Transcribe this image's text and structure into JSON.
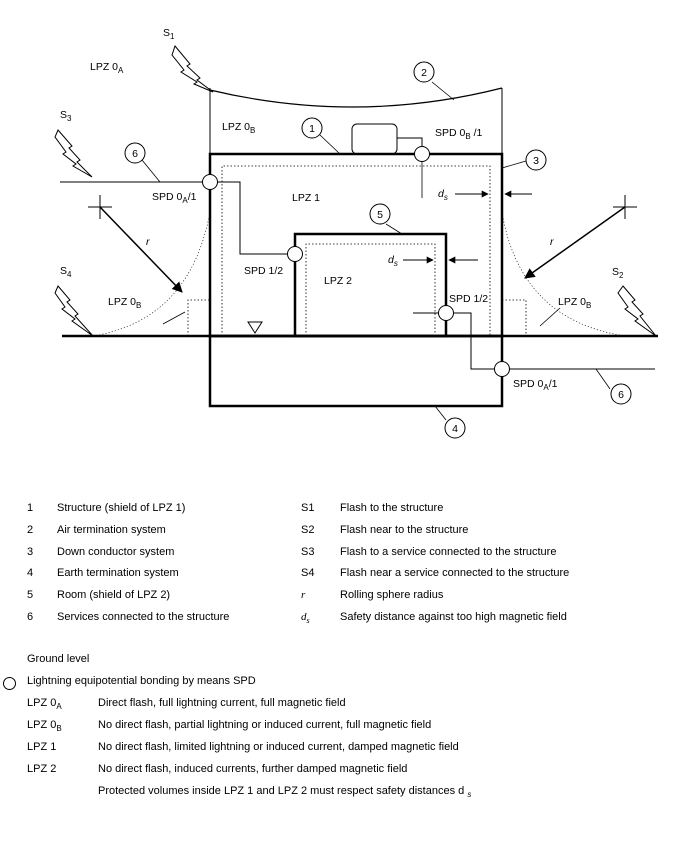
{
  "diagram": {
    "zones": {
      "lpz_0a": "LPZ 0",
      "lpz_0a_sub": "A",
      "lpz_0b": "LPZ 0",
      "lpz_0b_sub": "B",
      "lpz_1": "LPZ 1",
      "lpz_2": "LPZ 2"
    },
    "spd": {
      "spd_0a1": "SPD 0",
      "spd_0a1_sub": "A",
      "spd_0a1_tail": "/1",
      "spd_0b1": "SPD 0",
      "spd_0b1_sub": "B",
      "spd_0b1_tail": " /1",
      "spd_12": "SPD 1/2"
    },
    "sources": {
      "s1": "S",
      "s1_sub": "1",
      "s2": "S",
      "s2_sub": "2",
      "s3": "S",
      "s3_sub": "3",
      "s4": "S",
      "s4_sub": "4"
    },
    "callouts": [
      "1",
      "2",
      "3",
      "4",
      "5",
      "6"
    ],
    "rolling_r": "r",
    "safety_d": "d",
    "safety_d_sub": "s"
  },
  "legend": {
    "items": [
      {
        "key": "1",
        "text": "Structure (shield of LPZ 1)"
      },
      {
        "key": "2",
        "text": "Air termination system"
      },
      {
        "key": "3",
        "text": "Down conductor system"
      },
      {
        "key": "4",
        "text": "Earth termination system"
      },
      {
        "key": "5",
        "text": "Room (shield of LPZ 2)"
      },
      {
        "key": "6",
        "text": "Services connected to the structure"
      }
    ],
    "sources": [
      {
        "key": "S1",
        "text": "Flash to the structure"
      },
      {
        "key": "S2",
        "text": "Flash near to the structure"
      },
      {
        "key": "S3",
        "text": "Flash to a service connected to the structure"
      },
      {
        "key": "S4",
        "text": "Flash near a service connected to the structure"
      },
      {
        "key": "r",
        "text": "Rolling sphere radius"
      },
      {
        "key": "d",
        "key_sub": "s",
        "text": "Safety distance against too high magnetic field"
      }
    ],
    "ground_level": "Ground level",
    "bonding": "Lightning equipotential bonding by means SPD",
    "zones": [
      {
        "key": "LPZ 0",
        "key_sub": "A",
        "text": "Direct flash, full lightning current, full magnetic field"
      },
      {
        "key": "LPZ 0",
        "key_sub": "B",
        "text": "No direct flash, partial lightning or induced current, full magnetic field"
      },
      {
        "key": "LPZ 1",
        "key_sub": "",
        "text": "No direct flash, limited lightning or induced current, damped magnetic field"
      },
      {
        "key": "LPZ 2",
        "key_sub": "",
        "text": "No direct flash, induced currents, further damped magnetic field"
      }
    ],
    "note": "Protected volumes inside LPZ 1 and LPZ 2 must respect safety distances d",
    "note_sub": "s"
  }
}
